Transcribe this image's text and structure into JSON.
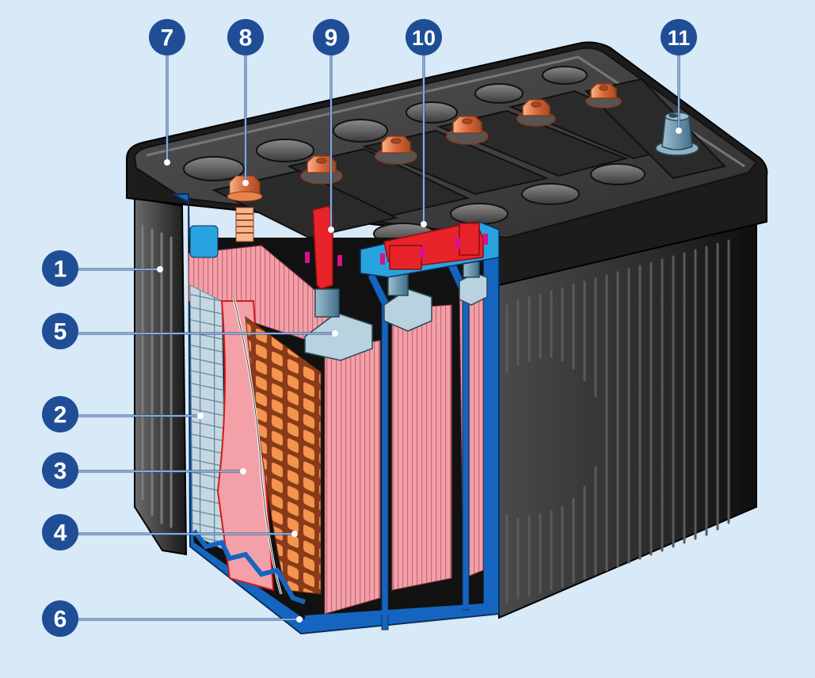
{
  "diagram": {
    "subject": "Lead-acid battery cutaway",
    "colors": {
      "background": "#d8e9f7",
      "callout": "#1f4e96",
      "case_dark": "#2a2a2a",
      "case_mid": "#3d3d3d",
      "lid_top": "#4a4a4a",
      "cutaway_blue": "#1565c0",
      "cutaway_light_blue": "#29a3e0",
      "plate_pink": "#f4a0a8",
      "grid_orange": "#f4944f",
      "grid_brown": "#8a3a1a",
      "separator_grey": "#b9cfda",
      "terminal_copper": "#e8834a",
      "connector_red": "#e8232a",
      "seal_magenta": "#d4148c",
      "terminal_blue_grey": "#6f93a8"
    },
    "callouts": [
      {
        "id": "1",
        "label": "1"
      },
      {
        "id": "2",
        "label": "2"
      },
      {
        "id": "3",
        "label": "3"
      },
      {
        "id": "4",
        "label": "4"
      },
      {
        "id": "5",
        "label": "5"
      },
      {
        "id": "6",
        "label": "6"
      },
      {
        "id": "7",
        "label": "7"
      },
      {
        "id": "8",
        "label": "8"
      },
      {
        "id": "9",
        "label": "9"
      },
      {
        "id": "10",
        "label": "10"
      },
      {
        "id": "11",
        "label": "11"
      }
    ]
  }
}
